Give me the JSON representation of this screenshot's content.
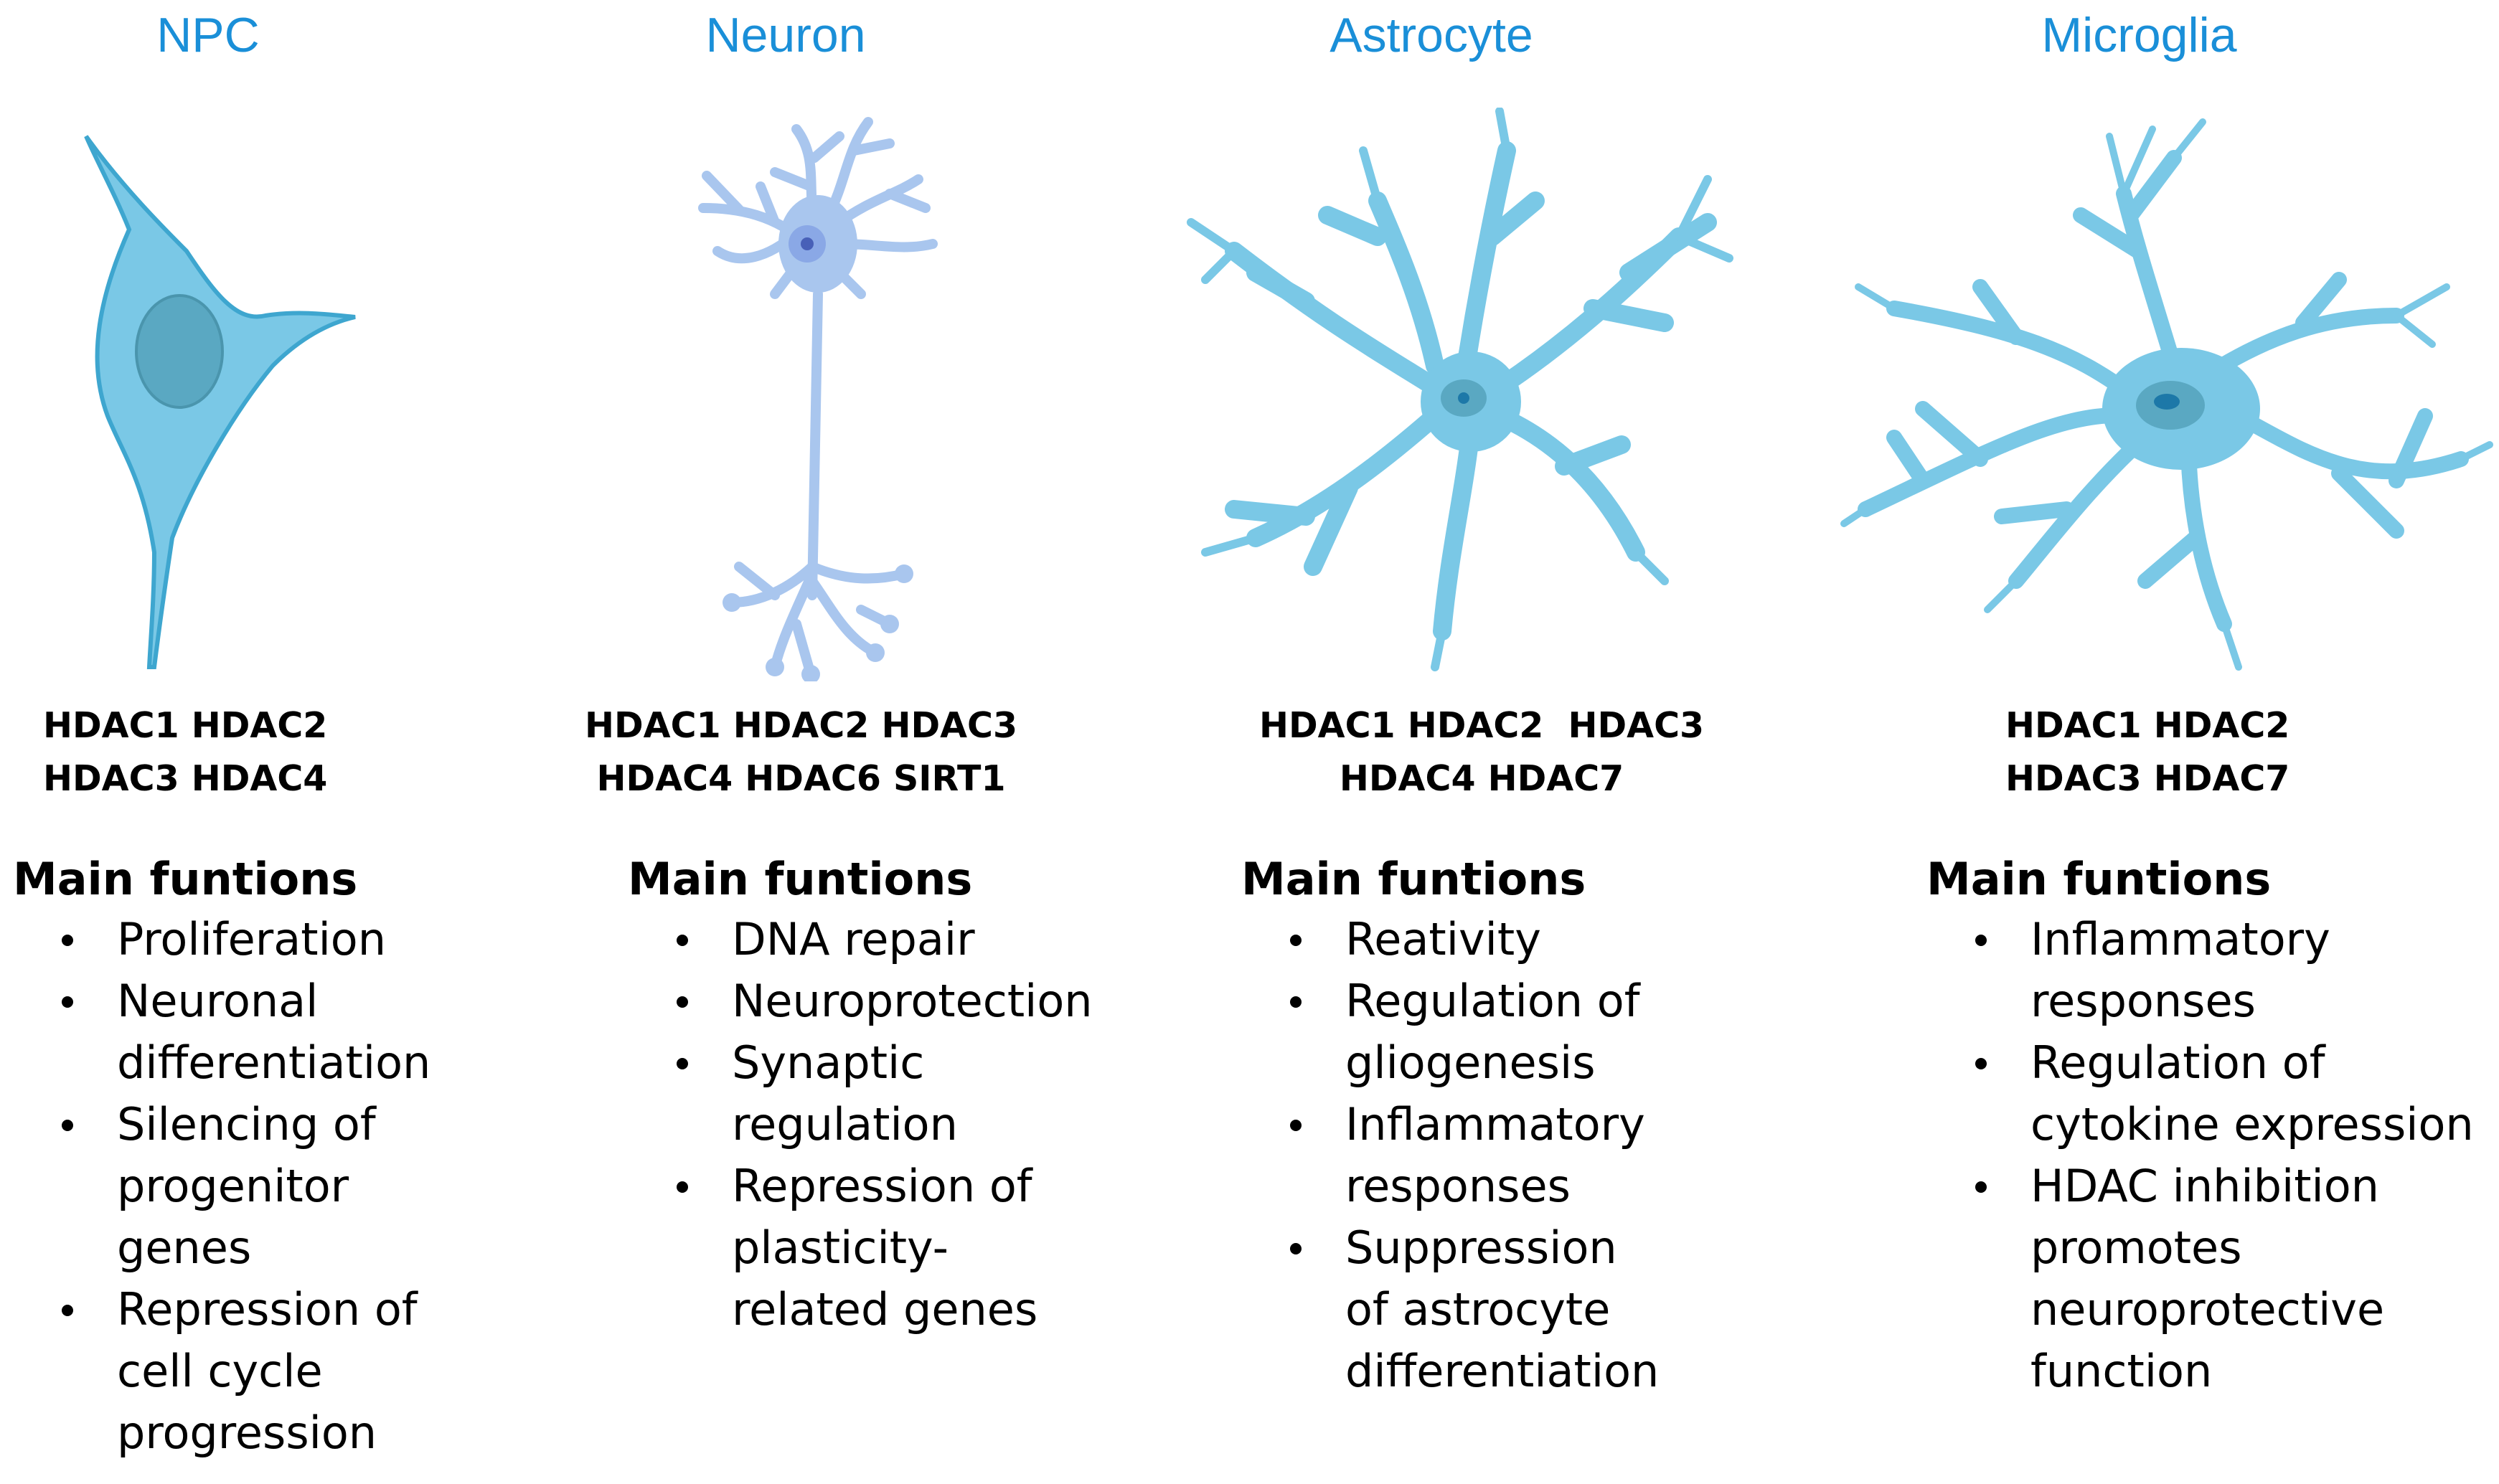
{
  "colors": {
    "title": "#1a8fd8",
    "cell_fill": "#7ac8e6",
    "cell_outline": "#3ea6cf",
    "nucleus": "#5aa8c2",
    "neuron_fill": "#a9c6ee",
    "neuron_nucleus": "#6d8fd6"
  },
  "panels": [
    {
      "title": "NPC",
      "icon": "npc-cell-icon",
      "hdac_lines": [
        "HDAC1 HDAC2",
        "HDAC3 HDAC4"
      ],
      "functions_heading": "Main funtions",
      "functions": [
        [
          "Proliferation"
        ],
        [
          "Neuronal",
          "differentiation"
        ],
        [
          "Silencing of",
          "progenitor",
          "genes"
        ],
        [
          "Repression of",
          "cell cycle",
          "progression"
        ]
      ]
    },
    {
      "title": "Neuron",
      "icon": "neuron-cell-icon",
      "hdac_lines": [
        "HDAC1 HDAC2 HDAC3",
        "HDAC4 HDAC6 SIRT1"
      ],
      "functions_heading": "Main funtions",
      "functions": [
        [
          "DNA repair"
        ],
        [
          "Neuroprotection"
        ],
        [
          "Synaptic",
          "regulation"
        ],
        [
          "Repression of",
          "plasticity-",
          "related genes"
        ]
      ]
    },
    {
      "title": "Astrocyte",
      "icon": "astrocyte-cell-icon",
      "hdac_lines": [
        "HDAC1 HDAC2  HDAC3",
        "HDAC4 HDAC7"
      ],
      "functions_heading": "Main funtions",
      "functions": [
        [
          "Reativity"
        ],
        [
          "Regulation of",
          "gliogenesis"
        ],
        [
          "Inflammatory",
          "responses"
        ],
        [
          "Suppression",
          "of astrocyte",
          "differentiation"
        ]
      ]
    },
    {
      "title": "Microglia",
      "icon": "microglia-cell-icon",
      "hdac_lines": [
        "HDAC1 HDAC2",
        "HDAC3 HDAC7"
      ],
      "functions_heading": "Main funtions",
      "functions": [
        [
          "Inflammatory",
          "responses"
        ],
        [
          "Regulation of",
          "cytokine expression"
        ],
        [
          "HDAC inhibition",
          "promotes",
          "neuroprotective",
          "function"
        ]
      ]
    }
  ]
}
